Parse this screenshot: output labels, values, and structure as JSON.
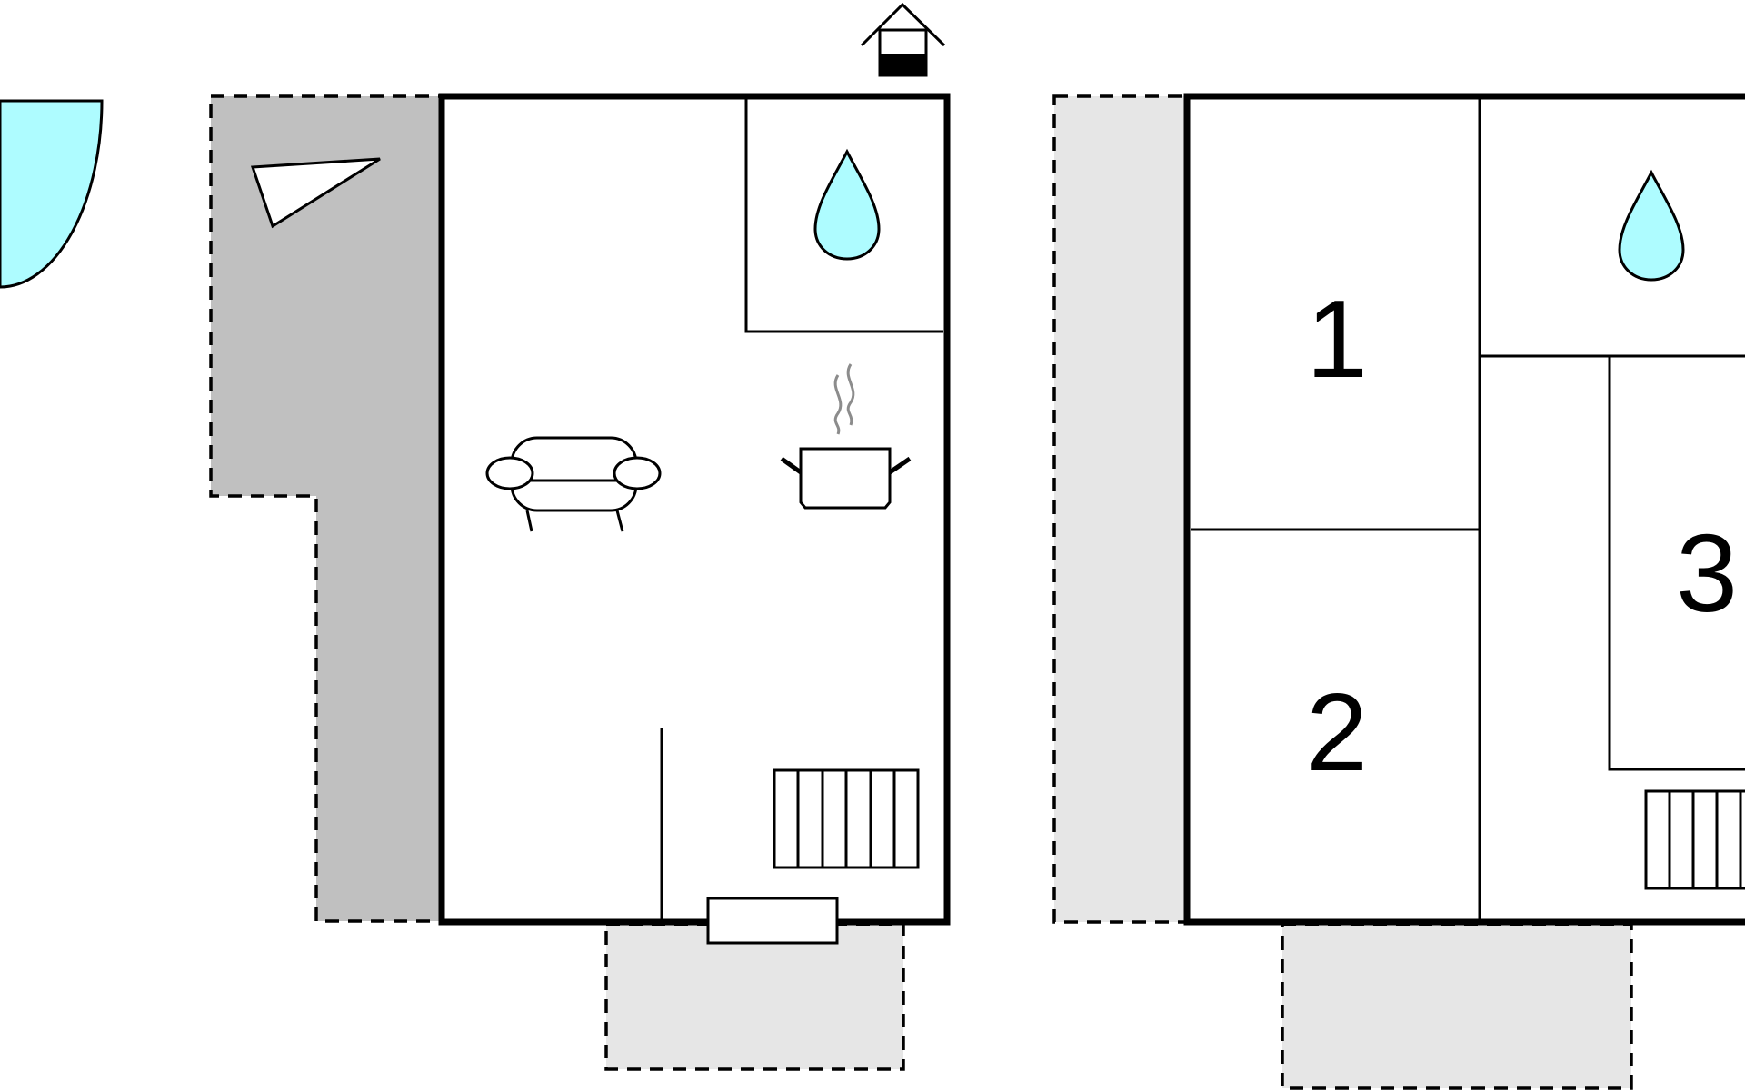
{
  "colors": {
    "wall": "#000000",
    "terrace": "#c0c0c0",
    "outdoor_area": "#e6e6e6",
    "water": "#aefcff",
    "steam": "#8c8c8c",
    "background": "#ffffff"
  },
  "icons": [
    "pool-icon",
    "sunlounger-icon",
    "shower-icon",
    "sofa-icon",
    "cooking-pot-icon",
    "radiator-icon",
    "chimney-icon",
    "door-mat-icon"
  ],
  "rooms": [
    {
      "number": "1"
    },
    {
      "number": "2"
    },
    {
      "number": "3"
    }
  ]
}
